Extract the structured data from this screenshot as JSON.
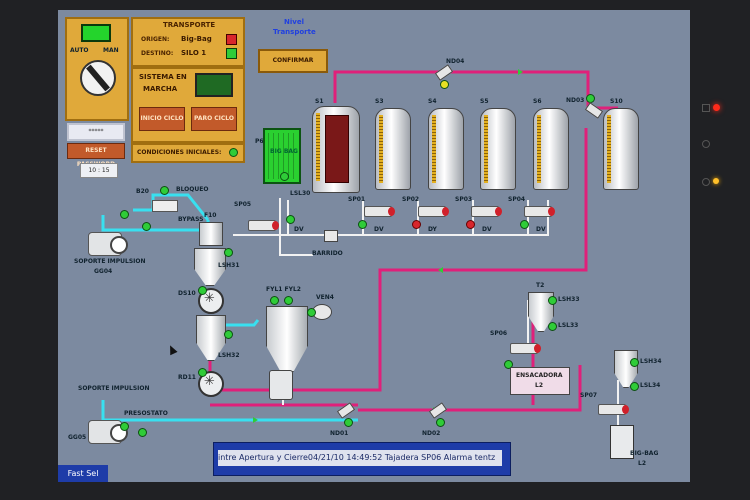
{
  "top_label": {
    "line1": "Nivel",
    "line2": "Transporte"
  },
  "confirm_button": "CONFIRMAR",
  "auto_panel": {
    "auto": "AUTO",
    "man": "MAN"
  },
  "transport_panel": {
    "title": "TRANSPORTE",
    "origin_label": "ORIGEN:",
    "origin_value": "Big-Bag",
    "destination_label": "DESTINO:",
    "destination_value": "SILO 1"
  },
  "cycle_panel": {
    "title_line1": "SISTEMA EN",
    "title_line2": "MARCHA",
    "start": "INICIO CICLO",
    "stop": "PARO CICLO"
  },
  "password_field": "*****",
  "reset_button": "RESET PASSWORD",
  "conditions_label": "CONDICIONES INICIALES:",
  "clock": "10 : 15",
  "silos": [
    "S1",
    "S3",
    "S4",
    "S5",
    "S6",
    "S10"
  ],
  "silo_valves": [
    "SP01",
    "SP02",
    "SP03",
    "SP04"
  ],
  "valve_labels": [
    "DV",
    "DY",
    "DV",
    "DV",
    "DV"
  ],
  "diverters": {
    "top_left": "ND04",
    "top_right": "ND03",
    "bottom_left": "ND01",
    "bottom_right": "ND02"
  },
  "field_labels": {
    "p_tank": "P6",
    "p_tank_text": "BIG BAG",
    "lsl30": "LSL30",
    "sp05": "SP05",
    "f10": "F10",
    "lsh31": "LSH31",
    "ds10": "DS10",
    "lsh32": "LSH32",
    "rd11": "RD11",
    "fl": "FYL1 FYL2",
    "ven4": "VEN4",
    "barrido": "BARRIDO",
    "b20": "B20",
    "bloq_top": "BLOQUEO",
    "bloq_mid": "BYPASS",
    "soporte_top_line1": "SOPORTE IMPULSION",
    "soporte_top_line2": "GG04",
    "soporte_bottom": "SOPORTE IMPULSION",
    "gg05": "GG05",
    "presostato": "PRESOSTATO",
    "t2": "T2",
    "lsh33": "LSH33",
    "lsl33": "LSL33",
    "sp06": "SP06",
    "lsh34": "LSH34",
    "lsl34": "LSL34",
    "sp07": "SP07",
    "bigbag_line1": "BIG-BAG",
    "bigbag_line2": "L2",
    "ensacadora_line1": "ENSACADORA",
    "ensacadora_line2": "L2"
  },
  "status_message": "intre Apertura y Cierre04/21/10  14:49:52  Tajadera  SP06  Alarma  tentz",
  "fast_sel": "Fast Sel",
  "colors": {
    "screen": "#7c8aa0",
    "pipe_magenta": "#e0207a",
    "pipe_cyan": "#38e0f0",
    "panel": "#e0a93a",
    "status_bar": "#1e3ca8"
  }
}
